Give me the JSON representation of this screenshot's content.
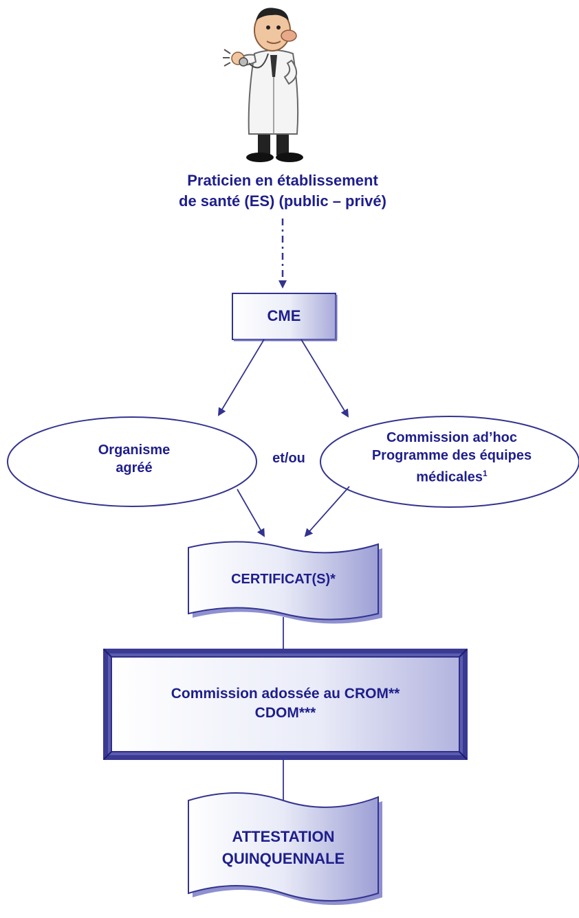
{
  "practitioner": {
    "icon": "doctor-with-stethoscope-icon",
    "label_line1": "Praticien en établissement",
    "label_line2": "de santé (ES) (public – privé)"
  },
  "cme": {
    "label": "CME"
  },
  "organisme": {
    "line1": "Organisme",
    "line2": "agréé"
  },
  "connector": {
    "label": "et/ou"
  },
  "commission_adhoc": {
    "line1": "Commission ad’hoc",
    "line2": "Programme des équipes",
    "line3": "médicales",
    "footnote": "1"
  },
  "certificat": {
    "label": "CERTIFICAT(S)*"
  },
  "commission_crom": {
    "line1": "Commission adossée au CROM**",
    "line2": "CDOM***"
  },
  "attestation": {
    "line1": "ATTESTATION",
    "line2": "QUINQUENNALE"
  },
  "colors": {
    "text": "#1e1e8c",
    "border": "#33338f",
    "fill_light": "#ffffff",
    "fill_dark": "#9fa0d6"
  }
}
